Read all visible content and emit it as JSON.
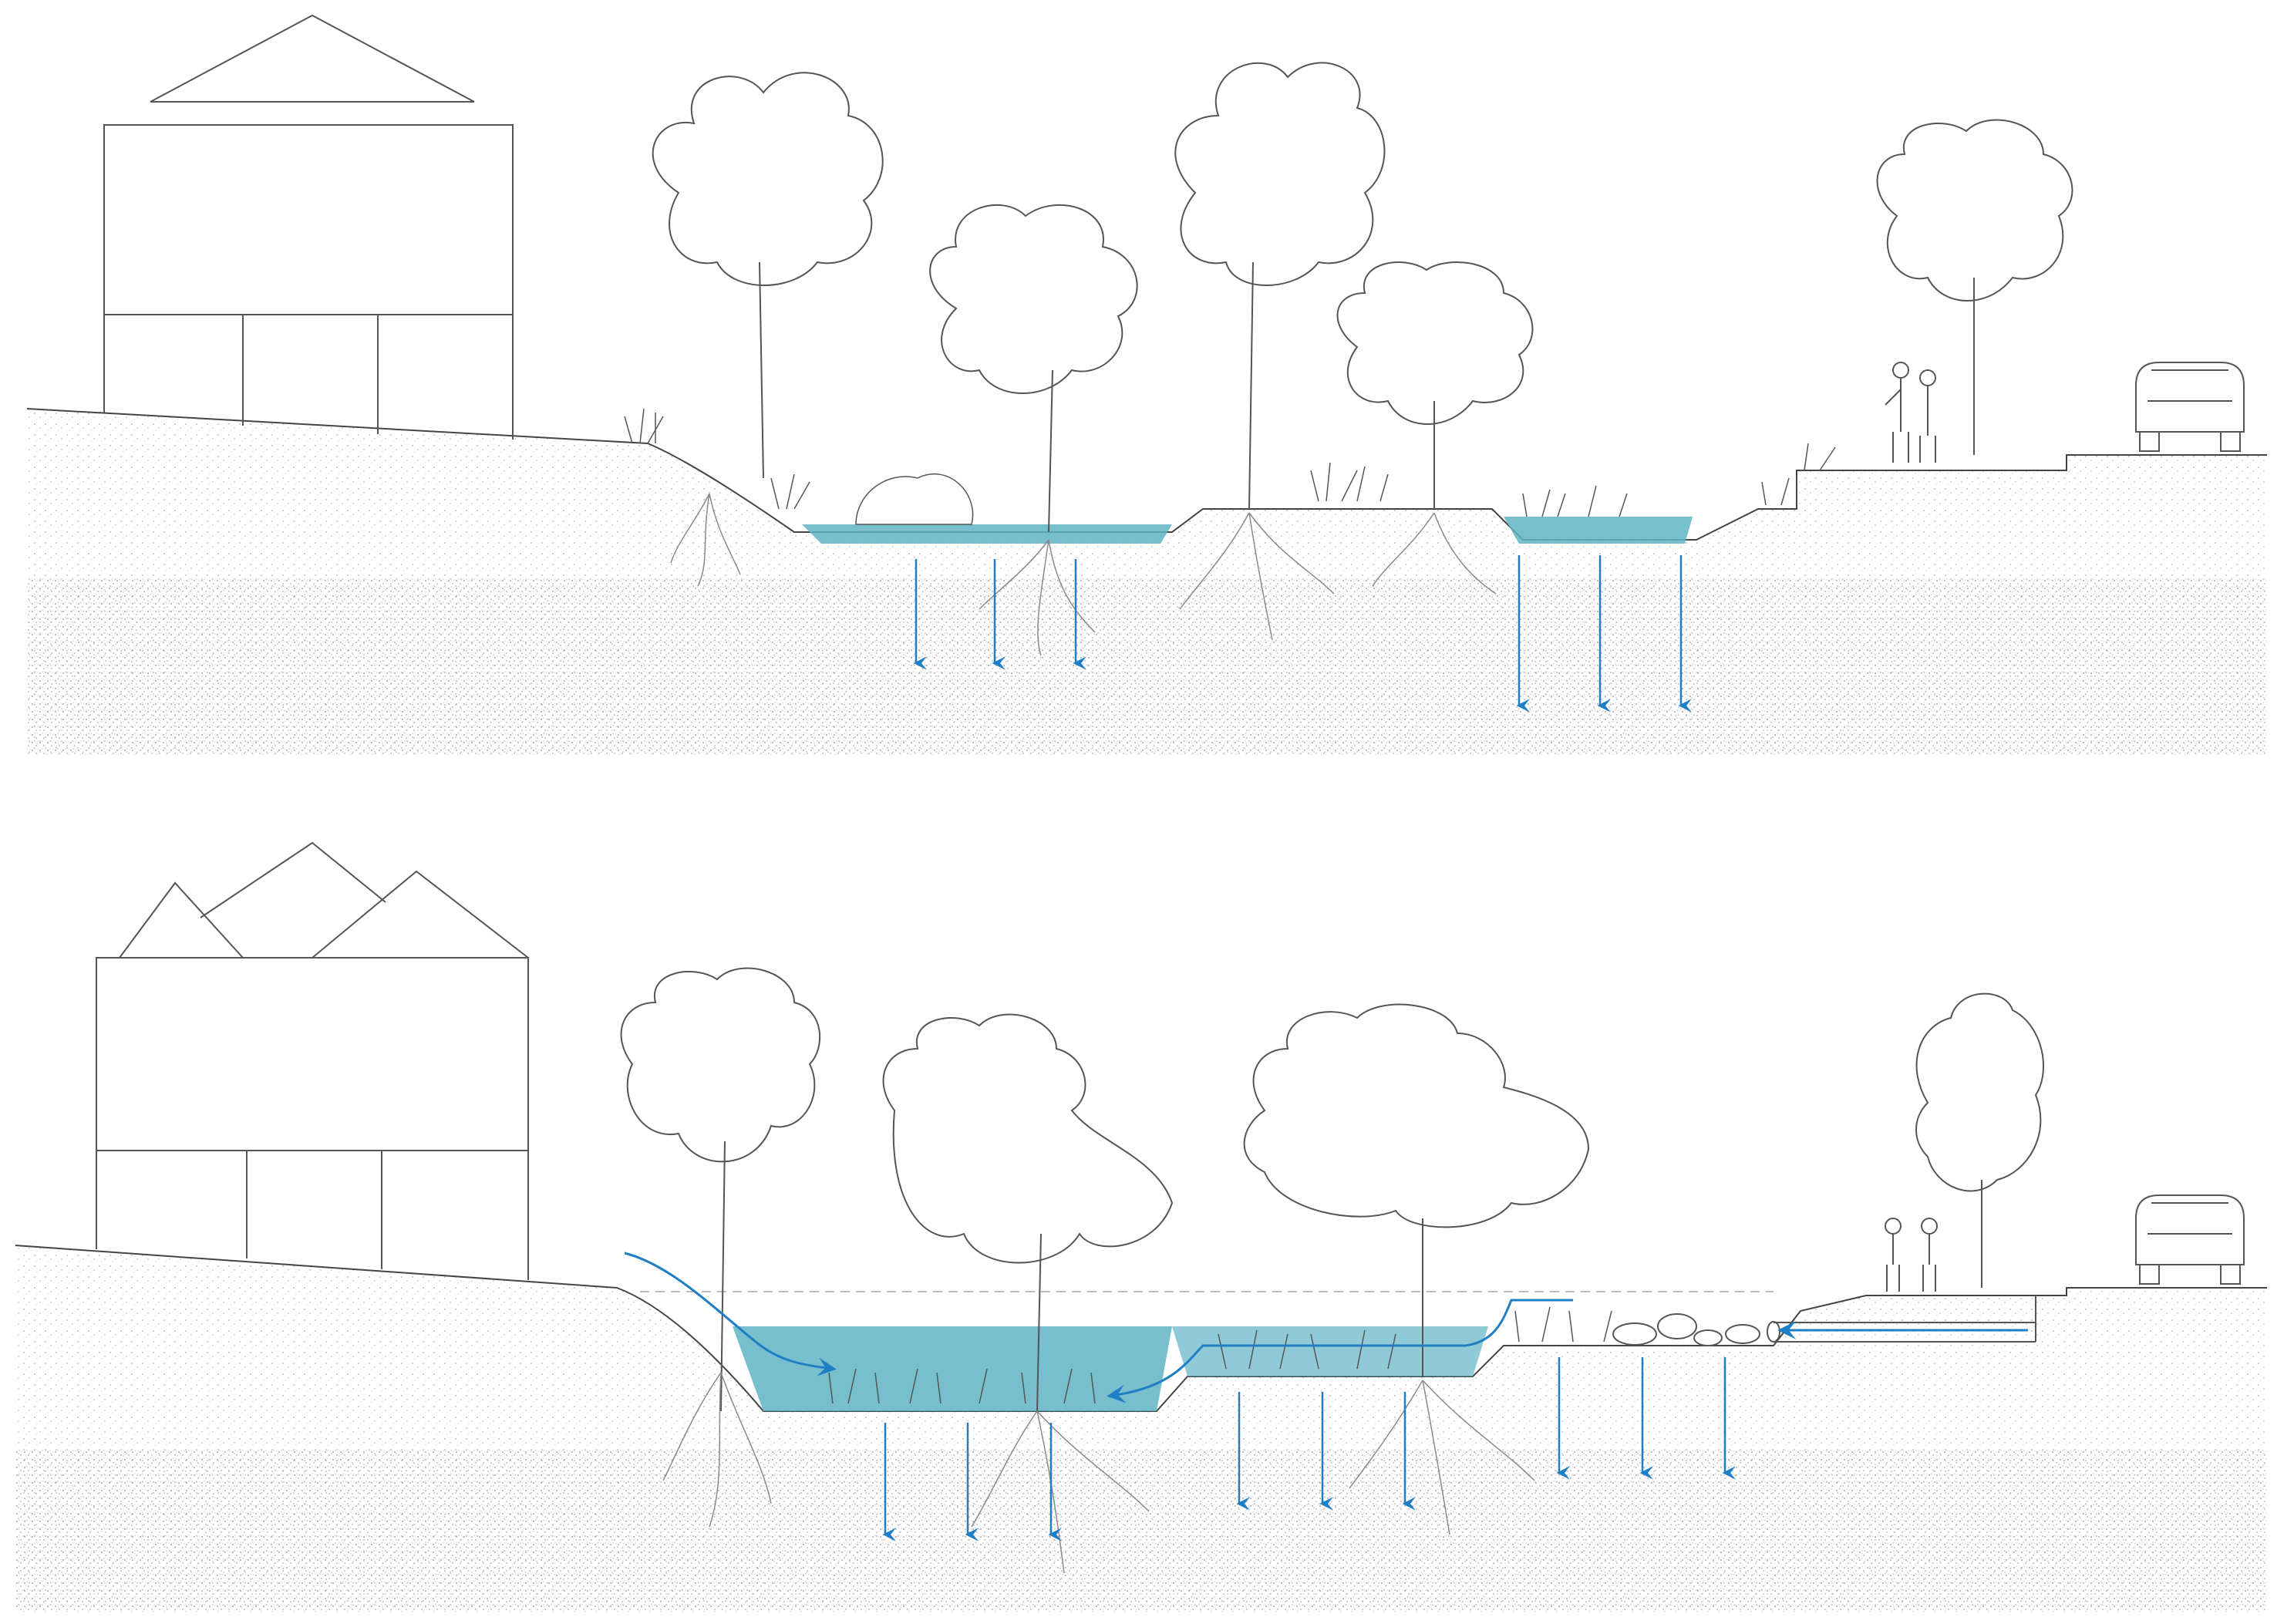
{
  "diagram": {
    "kind": "landscape-section",
    "sections": [
      {
        "id": "top",
        "description_elements": [
          "house",
          "slope",
          "swale-basin",
          "raised-planted-berm",
          "infiltration-basin",
          "sidewalk-with-people",
          "road-with-car"
        ],
        "infiltration_arrow_count": 6
      },
      {
        "id": "bottom",
        "description_elements": [
          "house",
          "slope-with-runoff",
          "stepped-swale-basins",
          "rock-rip-rap",
          "inlet-pipe",
          "sidewalk-with-people",
          "road-with-car"
        ],
        "infiltration_arrow_count": 9
      }
    ]
  },
  "colors": {
    "water": "#5fb4c4",
    "water_line": "#2d8fa8",
    "arrow": "#1f7fc4",
    "linework": "#444444",
    "soil_dots": "#b8b8b8",
    "roots": "#8a8a8a"
  }
}
